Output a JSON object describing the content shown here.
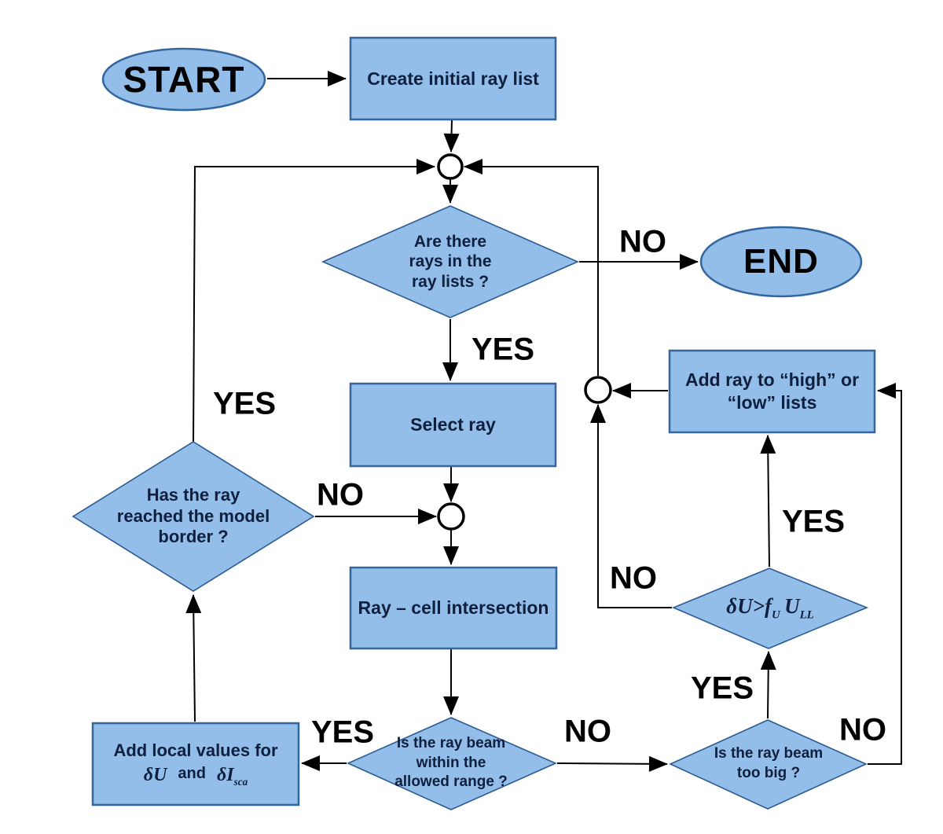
{
  "terminals": {
    "start": "START",
    "end": "END"
  },
  "processes": {
    "create_ray_list": "Create initial ray list",
    "select_ray": "Select ray",
    "ray_cell_intersection": "Ray – cell intersection",
    "add_local_values": {
      "line1": "Add local values for",
      "delta_u": "δU",
      "conjunction": "and",
      "delta_i": "δI",
      "delta_i_sub": "sca"
    },
    "add_ray_to_lists": {
      "line1": "Add ray to “high” or",
      "line2": "“low” lists"
    }
  },
  "decisions": {
    "rays_in_lists": {
      "line1": "Are there",
      "line2": "rays in the",
      "line3": "ray lists ?"
    },
    "reached_border": {
      "line1": "Has the ray",
      "line2": "reached the model",
      "line3": "border ?"
    },
    "beam_in_range": {
      "line1": "Is the ray beam",
      "line2": "within the",
      "line3": "allowed range ?"
    },
    "beam_too_big": {
      "line1": "Is the ray beam",
      "line2": "too big ?"
    },
    "du_threshold": {
      "lhs": "δU>",
      "f": "f",
      "f_sub": "U",
      "u": "U",
      "u_sub": "LL"
    }
  },
  "edge_labels": {
    "rays_no": "NO",
    "rays_yes": "YES",
    "border_yes": "YES",
    "border_no": "NO",
    "range_yes": "YES",
    "range_no": "NO",
    "too_big_yes": "YES",
    "too_big_no": "NO",
    "du_no": "NO",
    "du_yes": "YES"
  },
  "colors": {
    "node_fill": "#92bee9",
    "node_border": "#33669e",
    "connector": "#000000",
    "node_text": "#0f1f3d"
  }
}
